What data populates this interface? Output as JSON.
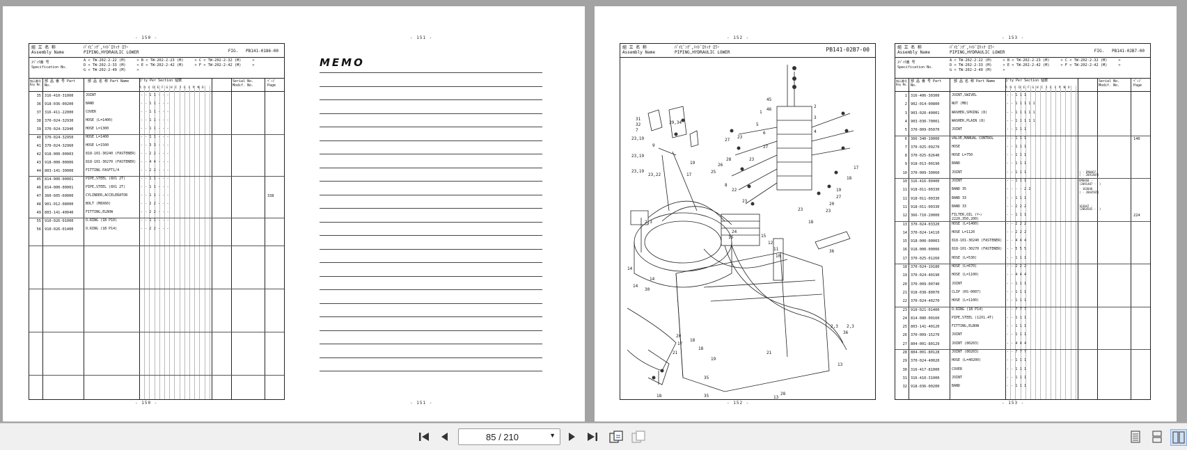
{
  "viewer": {
    "page_current": "85",
    "page_total": "210",
    "page_display": "85 / 210"
  },
  "pages": {
    "p150": {
      "num": "- 150 -",
      "num_bottom": "- 150 -"
    },
    "p151": {
      "num": "- 151 -",
      "num_bottom": "- 151 -",
      "memo": "MEMO"
    },
    "p152": {
      "num": "- 152 -",
      "num_bottom": "- 152 -"
    },
    "p153": {
      "num": "- 153 -",
      "num_bottom": "- 153 -"
    }
  },
  "sheet150": {
    "hdr_jp": "組 立 名 称",
    "hdr_en": "Assembly  Name",
    "name_jp": "ﾊﾟｲﾋﾟﾝｸﾞ,ﾊｲﾄﾞﾛﾘｯｸ ﾛﾜｰ",
    "name_en": "PIPING,HYDRAULIC LOWER",
    "fig_label": "FIG.",
    "fig": "PB141-0186-00",
    "spec_jp": "ｽﾍﾟｯｸ番 号",
    "spec_en": "Specification  No.",
    "spec_rows": "A < TW-202-2-22 (M)     > B < TW-202-2-23 (M)     > C < TW-202-2-32 (M)     >\nD < TW-202-2-33 (M)     > E < TW-202-2-42 (M)     > F < TW-202-2-42 (M)     >\nG < TW-202-2-49 (M)     >",
    "col_key": "指示番号 Key No.",
    "col_part": "部 品 番 号  Part   No.",
    "col_name": "部 品 名 称  Part   Name",
    "col_qty": "Q'ty Per Section    個数",
    "col_qty_letters": "A B C D E F G H I J K L M N O",
    "col_serial": "Serial No. Modif. No.",
    "col_page": "ﾍﾟｰｼﾞ Page",
    "rows": [
      {
        "key": "35",
        "part": "316-410-31000",
        "name": "JOINT",
        "qty": "- - 1 1 - - -"
      },
      {
        "key": "36",
        "part": "918-036-00200",
        "name": "BAND",
        "qty": "- - 1 1 - - -"
      },
      {
        "key": "37",
        "part": "316-411-22000",
        "name": "COVER",
        "qty": "- - 1 1 - - -"
      },
      {
        "key": "38",
        "part": "370-024-32930",
        "name": "HOSE (L=1400)",
        "qty": "- - 1 1 - - -"
      },
      {
        "key": "39",
        "part": "370-024-32940",
        "name": "HOSE L=1300",
        "qty": "- - 1 1 - - -"
      },
      {
        "key": "40",
        "part": "370-024-32950",
        "name": "HOSE L=1400",
        "qty": "- - 1 1 - - -"
      },
      {
        "key": "41",
        "part": "370-024-32960",
        "name": "HOSE L=1500",
        "qty": "- - 3 3 - - -"
      },
      {
        "key": "42",
        "part": "918-000-00003",
        "name": "818-101-30240 (FASTENER)",
        "qty": "- - 2 2 - - -"
      },
      {
        "key": "43",
        "part": "918-000-00006",
        "name": "818-101-30270 (FASTENER)",
        "qty": "- - 4 4 - - -"
      },
      {
        "key": "44",
        "part": "803-141-30000",
        "name": "FITTING PASFT1/4",
        "qty": "- - 2 2 - - -"
      },
      {
        "key": "45",
        "part": "814-000-00001",
        "name": "PIPE,STEEL (8X1 2T)",
        "qty": "- - 1 1 - - -"
      },
      {
        "key": "46",
        "part": "814-000-00001",
        "name": "PIPE,STEEL (8X1 2T)",
        "qty": "- - 1 1 - - -"
      },
      {
        "key": "47",
        "part": "360-605-60000",
        "name": "CYLINDER,ACCELERATOR",
        "qty": "- - 1 1 - - -",
        "page": "338"
      },
      {
        "key": "48",
        "part": "901-012-08000",
        "name": "BOLT (M8X60)",
        "qty": "- - 2 2 - - -"
      },
      {
        "key": "49",
        "part": "803-141-40040",
        "name": "FITTING,ELBOW",
        "qty": "- - 2 2 - - -"
      },
      {
        "key": "55",
        "part": "910-026-01000",
        "name": "O.RING (1B P10)",
        "qty": "- - 1 1 - - -"
      },
      {
        "key": "56",
        "part": "910-026-01400",
        "name": "O.RING (1B P14)",
        "qty": "- - 2 2 - - -"
      }
    ]
  },
  "sheet152": {
    "hdr_jp": "組 立 名 称",
    "hdr_en": "Assembly  Name",
    "name_jp": "ﾊﾟｲﾋﾟﾝｸﾞ,ﾊｲﾄﾞﾛﾘｯｸ ﾛﾜｰ",
    "name_en": "PIPING,HYDRAULIC LOWER",
    "fig": "PB141-02B7-00"
  },
  "sheet153": {
    "hdr_jp": "組 立 名 称",
    "hdr_en": "Assembly  Name",
    "name_jp": "ﾊﾟｲﾋﾟﾝｸﾞ,ﾊｲﾄﾞﾛﾘｯｸ ﾛﾜｰ",
    "name_en": "PIPING,HYDRAULIC LOWER",
    "fig_label": "FIG.",
    "fig": "PB141-02B7-00",
    "spec_jp": "ｽﾍﾟｯｸ番 号",
    "spec_en": "Specification  No.",
    "spec_rows": "A < TW-202-2-22 (M)     > B < TW-202-2-23 (M)     > C < TW-202-2-32 (M)     >\nD < TW-202-2-33 (M)     > E < TW-202-2-42 (M)     > F < TW-202-2-42 (M)     >\nG < TW-202-2-49 (M)     >",
    "col_key": "指示番号 Key No.",
    "col_part": "部 品 番 号  Part   No.",
    "col_name": "部 品 名 称  Part   Name",
    "col_qty": "Q'ty Per Section    個数",
    "col_qty_letters": "A B C D E F G H I J K L M N O",
    "col_serial": "Serial No. Modif. No.",
    "col_page": "ﾍﾟｰｼﾞ Page",
    "rows": [
      {
        "key": "1",
        "part": "316-406-30300",
        "name": "JOINT,SWIVEL",
        "qty": "- - 1 1 1"
      },
      {
        "key": "2",
        "part": "902-014-00800",
        "name": "NUT (M8)",
        "qty": "- - 1 1 1 1 1"
      },
      {
        "key": "3",
        "part": "903-020-40001",
        "name": "WASHER,SPRING (8)",
        "qty": "- - 1 1 1 1 1"
      },
      {
        "key": "4",
        "part": "903-030-70001",
        "name": "WASHER,PLAIN (8)",
        "qty": "- - 1 1 1 1 1"
      },
      {
        "key": "5",
        "part": "370-009-05070",
        "name": "JOINT",
        "qty": "- - 1 1 1"
      },
      {
        "key": "6",
        "part": "366-340-10000",
        "name": "VALVE,MANUAL CONTROL",
        "qty": "- - 1 1 1",
        "page": "140"
      },
      {
        "key": "7",
        "part": "370-025-09270",
        "name": "HOSE",
        "qty": "- - 1 1 1"
      },
      {
        "key": "8",
        "part": "370-025-02640",
        "name": "HOSE L=750",
        "qty": "- - 1 1 1"
      },
      {
        "key": "9",
        "part": "918-013-00190",
        "name": "BAND",
        "qty": "- - 1 1 1"
      },
      {
        "key": "10",
        "part": "370-009-30060",
        "name": "JOINT",
        "qty": "- - 1 1 1",
        "serial": "( - EM0467\n( - 2091407)"
      },
      {
        "key": "10",
        "part": "316-416-00400",
        "name": "JOINT",
        "qty": "- - 1 1 1",
        "serial": "EM0468 -\n(2091407 -  )"
      },
      {
        "key": "11",
        "part": "918-011-00330",
        "name": "BAND 35",
        "qty": "- - - - 2 2",
        "serial": "- 163046\n( - 2064565)"
      },
      {
        "key": "11",
        "part": "918-011-00330",
        "name": "BAND 33",
        "qty": "- - 1 1 1"
      },
      {
        "key": "11",
        "part": "918-011-00330",
        "name": "BAND 33",
        "qty": "- - 2 2 2",
        "serial": "163047 -\n(2064565 -  )"
      },
      {
        "key": "12",
        "part": "366-710-20000",
        "name": "FILTER,OIL (ﾔｰﾝ 2220,350,200)",
        "qty": "- - 1 1 1",
        "page": "224"
      },
      {
        "key": "13",
        "part": "370-024-03320",
        "name": "HOSE (L=1400)",
        "qty": "- - 2 2 2"
      },
      {
        "key": "14",
        "part": "370-024-14110",
        "name": "HOSE L=1120",
        "qty": "- - 2 2 2"
      },
      {
        "key": "15",
        "part": "918-000-00003",
        "name": "818-101-30240 (FASTENER)",
        "qty": "- - 4 4 4"
      },
      {
        "key": "16",
        "part": "918-000-00006",
        "name": "818-101-30270 (FASTENER)",
        "qty": "- - 5 5 5"
      },
      {
        "key": "17",
        "part": "370-025-01260",
        "name": "HOSE (L=530)",
        "qty": "- - 1 1 1"
      },
      {
        "key": "18",
        "part": "370-024-19180",
        "name": "HOSE (L=670)",
        "qty": "- - 2 2 2"
      },
      {
        "key": "19",
        "part": "370-024-40190",
        "name": "HOSE (L=1100)",
        "qty": "- - 4 4 4"
      },
      {
        "key": "20",
        "part": "370-009-00740",
        "name": "JOINT",
        "qty": "- - 1 1 1"
      },
      {
        "key": "21",
        "part": "918-038-80070",
        "name": "CLIP (RS-0007)",
        "qty": "- - 1 1 1"
      },
      {
        "key": "22",
        "part": "370-024-40270",
        "name": "HOSE (L=1100)",
        "qty": "- - 1 1 1"
      },
      {
        "key": "23",
        "part": "910-021-01400",
        "name": "O.RING (1B P14)",
        "qty": "- - 7 7 7"
      },
      {
        "key": "24",
        "part": "814-080-00160",
        "name": "PIPE,STEEL (12X1.4T)",
        "qty": "- - 1 1 1"
      },
      {
        "key": "25",
        "part": "803-141-40120",
        "name": "FITTING,ELBOW",
        "qty": "- - 1 1 1"
      },
      {
        "key": "26",
        "part": "370-009-15270",
        "name": "JOINT",
        "qty": "- - 1 1 1"
      },
      {
        "key": "27",
        "part": "804-001-80129",
        "name": "JOINT (80203)",
        "qty": "- - 4 4 4"
      },
      {
        "key": "28",
        "part": "804-001-80128",
        "name": "JOINT (80203)",
        "qty": "- - 7 7 7"
      },
      {
        "key": "29",
        "part": "370-024-40020",
        "name": "HOSE (L=40200)",
        "qty": "- - 1 1 1"
      },
      {
        "key": "30",
        "part": "316-417-81000",
        "name": "COVER",
        "qty": "- - 1 1 1"
      },
      {
        "key": "31",
        "part": "316-410-31000",
        "name": "JOINT",
        "qty": "- - 1 1 1"
      },
      {
        "key": "32",
        "part": "918-036-00200",
        "name": "BAND",
        "qty": "- - 1 1 1"
      }
    ]
  },
  "diagram152": {
    "callouts": [
      "31",
      "32",
      "7",
      "29,34",
      "23,19",
      "23,19",
      "23,19",
      "23,22",
      "17",
      "19",
      "2,3",
      "9",
      "1",
      "45",
      "46",
      "2",
      "3",
      "4",
      "5",
      "6",
      "27",
      "23",
      "28",
      "26",
      "25",
      "8",
      "23",
      "27",
      "17",
      "18",
      "19",
      "20",
      "22",
      "23",
      "24",
      "14",
      "16",
      "15",
      "12",
      "11",
      "10",
      "30",
      "13",
      "36",
      "2,3",
      "36",
      "18",
      "18",
      "14",
      "14",
      "20",
      "17",
      "21",
      "35",
      "19",
      "35",
      "18",
      "13",
      "2,3",
      "28",
      "21",
      "27",
      "23",
      "18",
      "23"
    ]
  },
  "toolbar": {
    "first_page_icon": "first-page-icon",
    "prev_page_icon": "prev-page-icon",
    "next_page_icon": "next-page-icon",
    "last_page_icon": "last-page-icon",
    "rotate_icon": "rotate-icon",
    "copy_icon": "copy-icon",
    "single_page_icon": "single-page-icon",
    "continuous_icon": "continuous-icon",
    "two_page_icon": "two-page-icon"
  }
}
